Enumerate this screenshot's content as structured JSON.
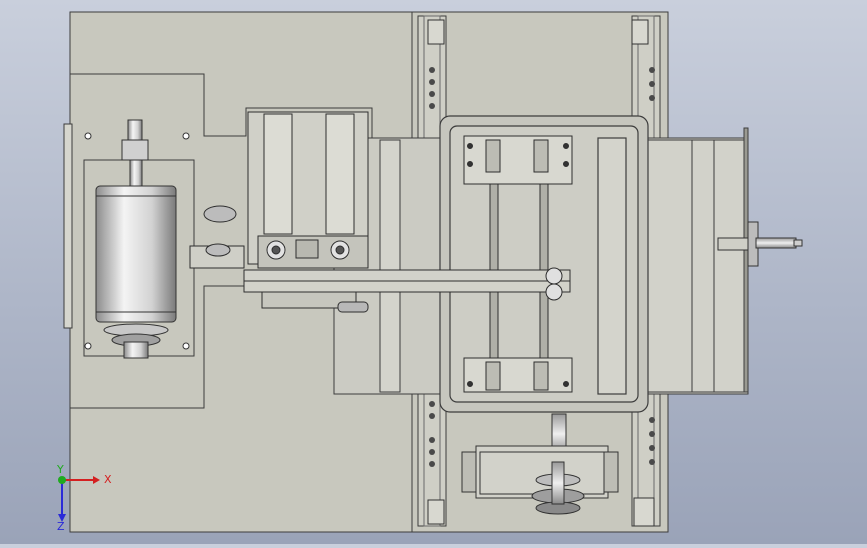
{
  "viewport": {
    "background_top": "#c9cfdc",
    "background_bottom": "#9aa3b8",
    "part_fill": "#c8c8be",
    "part_dark": "#3c3c3c",
    "metal_light": "#e6e6e6"
  },
  "triad": {
    "x_label": "X",
    "y_label": "Y",
    "z_label": "Z",
    "x_color": "#d42020",
    "y_color": "#1faa1f",
    "z_color": "#2a2ad8"
  }
}
